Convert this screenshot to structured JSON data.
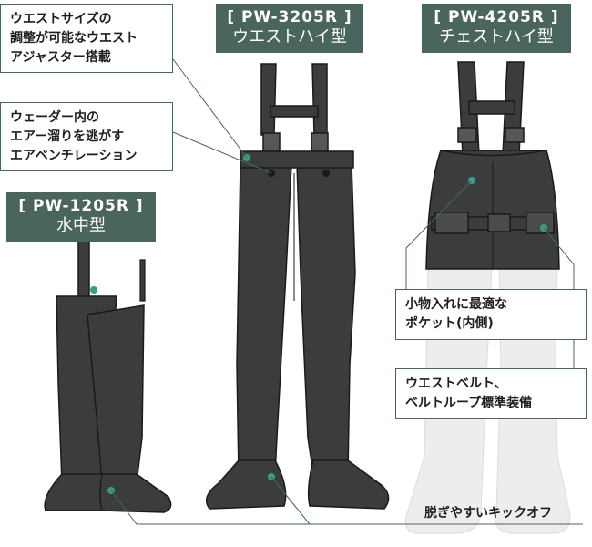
{
  "products": [
    {
      "model": "[ PW-3205R ]",
      "type": "ウエストハイ型"
    },
    {
      "model": "[ PW-4205R ]",
      "type": "チェストハイ型"
    },
    {
      "model": "[ PW-1205R ]",
      "type": "水中型"
    }
  ],
  "callouts": {
    "waist_size": [
      "ウエストサイズの",
      "調整が可能なウエスト",
      "アジャスター搭載"
    ],
    "air_vent": [
      "ウェーダー内の",
      "エアー溜りを逃がす",
      "エアベンチレーション"
    ],
    "pocket": [
      "小物入れに最適な",
      "ポケット(内側)"
    ],
    "belt": [
      "ウエストベルト、",
      "ベルトループ標準装備"
    ],
    "kickoff": "脱ぎやすいキックオフ"
  },
  "colors": {
    "tag_bg": "#4a655e",
    "wader_dark": "#3b3d3c",
    "wader_faded": "#ededed",
    "marker": "#3a9b8a"
  }
}
